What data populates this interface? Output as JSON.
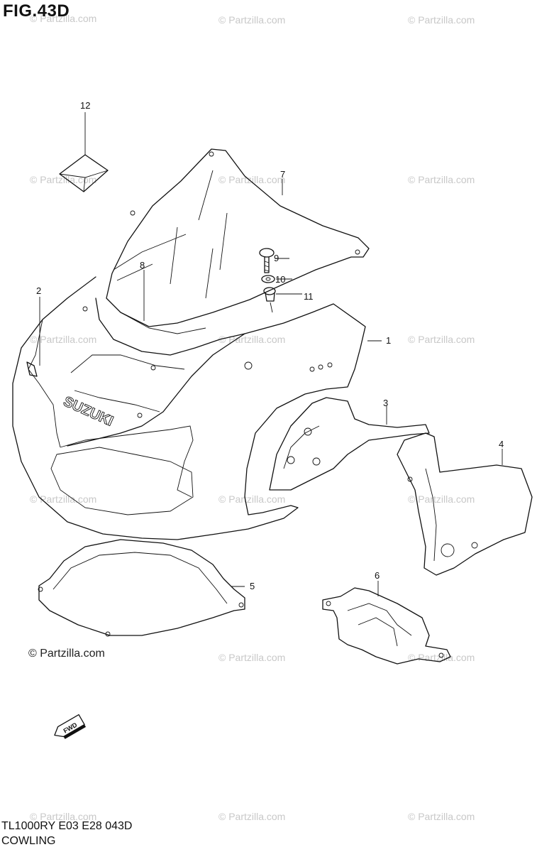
{
  "figure": {
    "title": "FIG.43D",
    "model_code": "TL1000RY E03 E28  043D",
    "section_name": "COWLING",
    "credit": "© Partzilla.com",
    "watermark": "© Partzilla.com",
    "brand_text": "SUZUKI",
    "direction_badge": "FWD"
  },
  "callouts": [
    "1",
    "2",
    "3",
    "4",
    "5",
    "6",
    "7",
    "8",
    "9",
    "10",
    "11",
    "12"
  ],
  "parts": [
    {
      "number": "1",
      "icon": "upper-cowling-icon"
    },
    {
      "number": "2",
      "icon": "cowling-emblem-icon"
    },
    {
      "number": "3",
      "icon": "inner-cover-right-icon"
    },
    {
      "number": "4",
      "icon": "inner-cover-left-icon"
    },
    {
      "number": "5",
      "icon": "lower-cowling-icon"
    },
    {
      "number": "6",
      "icon": "cowling-brace-icon"
    },
    {
      "number": "7",
      "icon": "windscreen-icon"
    },
    {
      "number": "8",
      "icon": "windscreen-trim-icon"
    },
    {
      "number": "9",
      "icon": "screw-icon"
    },
    {
      "number": "10",
      "icon": "washer-icon"
    },
    {
      "number": "11",
      "icon": "nut-icon"
    },
    {
      "number": "12",
      "icon": "label-icon"
    }
  ]
}
